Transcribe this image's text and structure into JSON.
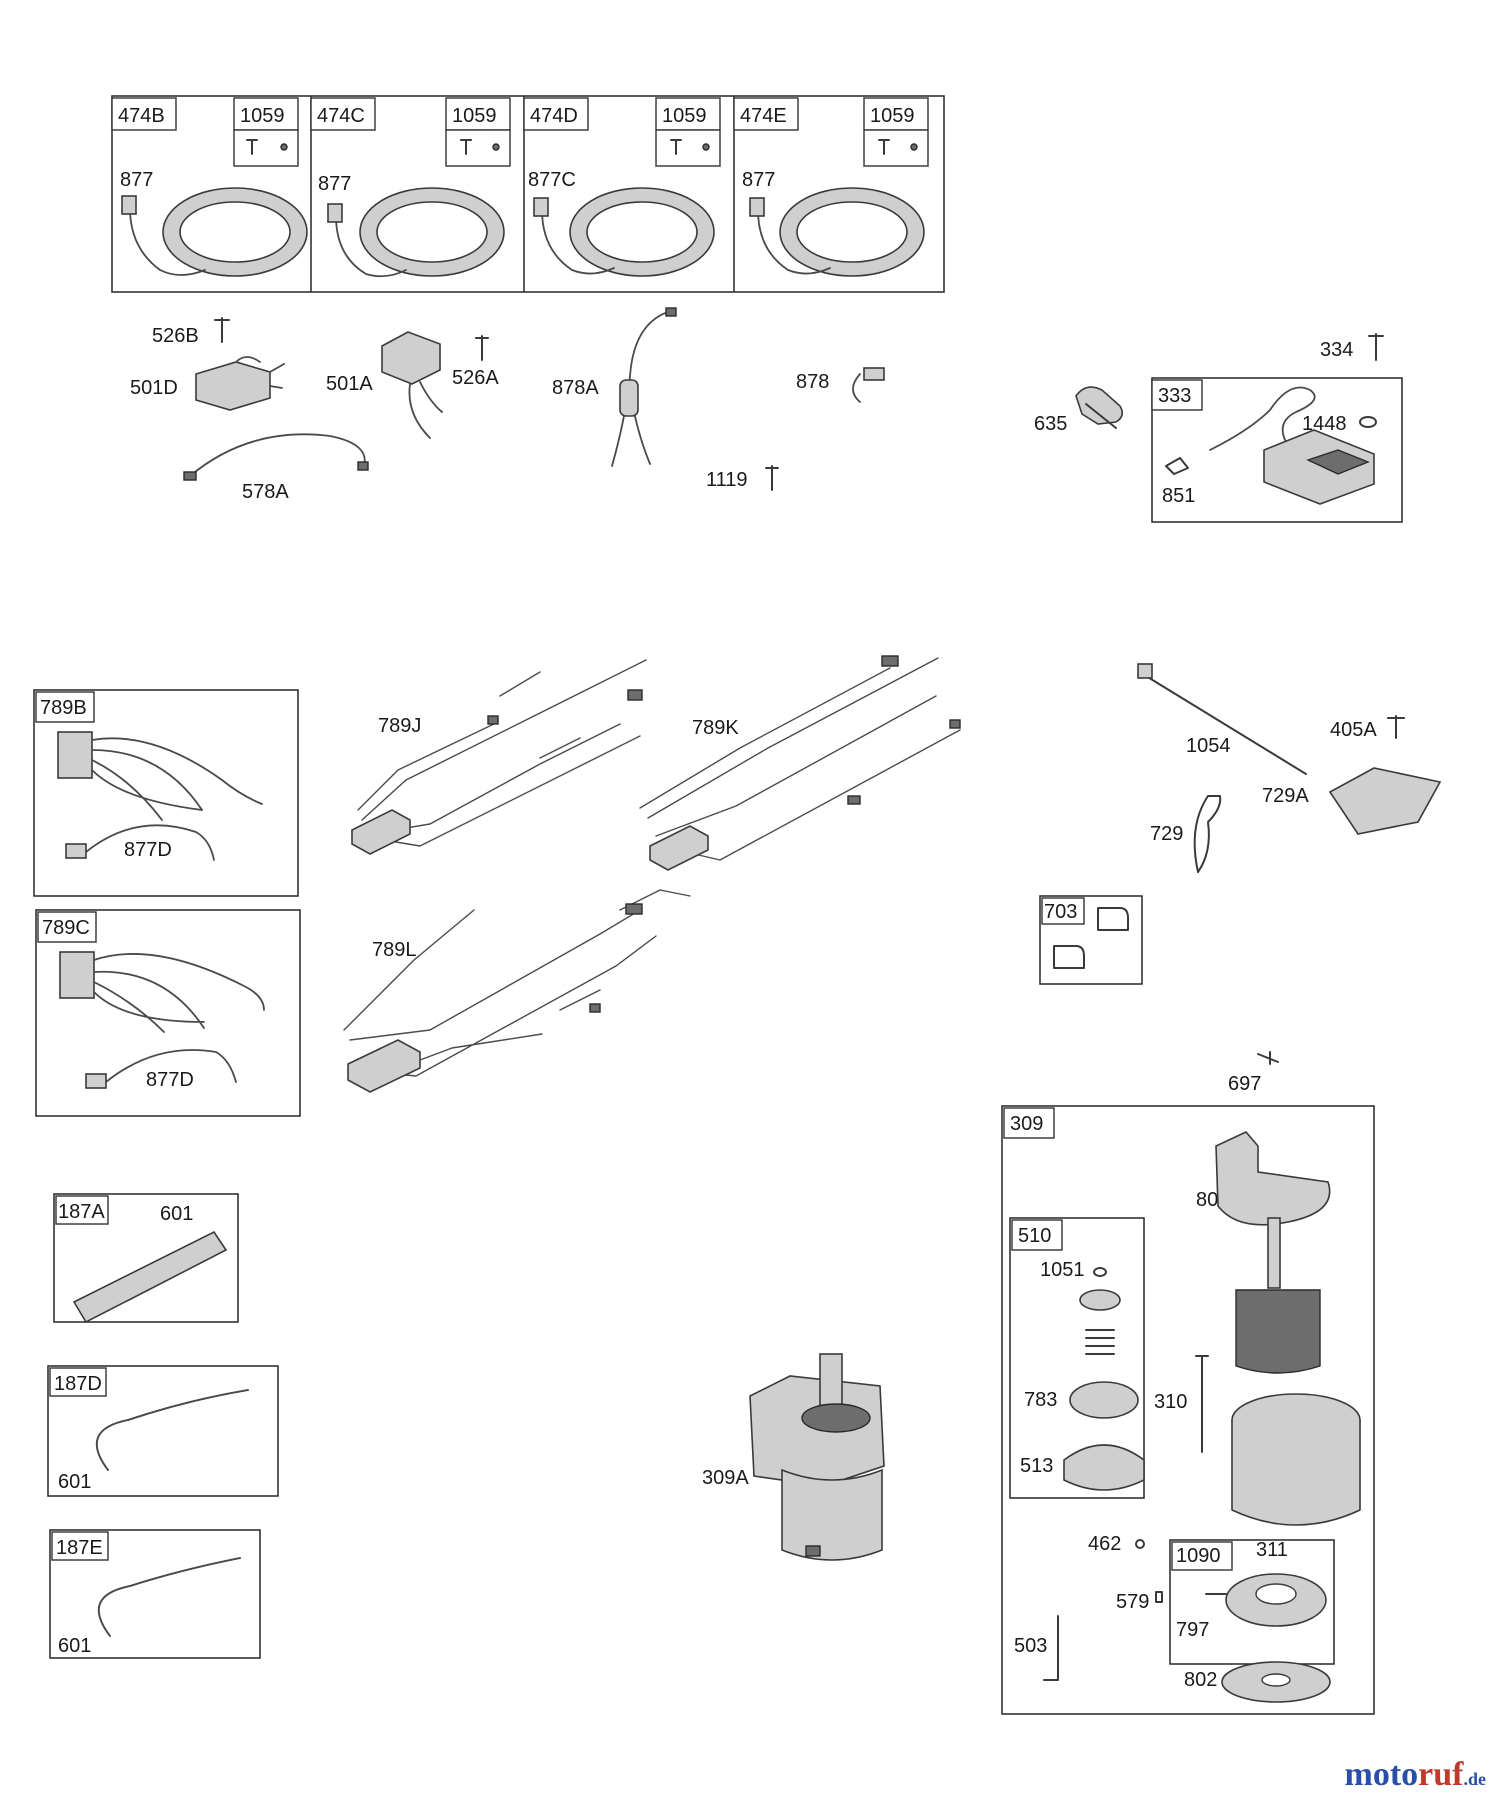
{
  "labels": {
    "l474B": "474B",
    "l474C": "474C",
    "l474D": "474D",
    "l474E": "474E",
    "l1059": "1059",
    "l877": "877",
    "l877C": "877C",
    "l526B": "526B",
    "l501D": "501D",
    "l501A": "501A",
    "l526A": "526A",
    "l578A": "578A",
    "l878A": "878A",
    "l878": "878",
    "l1119": "1119",
    "l334": "334",
    "l333": "333",
    "l1448": "1448",
    "l635": "635",
    "l851": "851",
    "l789B": "789B",
    "l877D": "877D",
    "l789C": "789C",
    "l789J": "789J",
    "l789K": "789K",
    "l789L": "789L",
    "l1054": "1054",
    "l405A": "405A",
    "l729A": "729A",
    "l729": "729",
    "l703": "703",
    "l697": "697",
    "l309": "309",
    "l801": "801",
    "l510": "510",
    "l1051": "1051",
    "l783": "783",
    "l513": "513",
    "l310": "310",
    "l462": "462",
    "l1090": "1090",
    "l311": "311",
    "l579": "579",
    "l797": "797",
    "l503": "503",
    "l802": "802",
    "l309A": "309A",
    "l187A": "187A",
    "l601": "601",
    "l187D": "187D",
    "l187E": "187E"
  },
  "watermark": {
    "part1": "moto",
    "part2": "ruf",
    "suffix": ".de"
  },
  "colors": {
    "line": "#3a3a3a",
    "fill": "#cfcfcf",
    "watermark_blue": "#2a4fa8",
    "watermark_red": "#c0392b"
  }
}
